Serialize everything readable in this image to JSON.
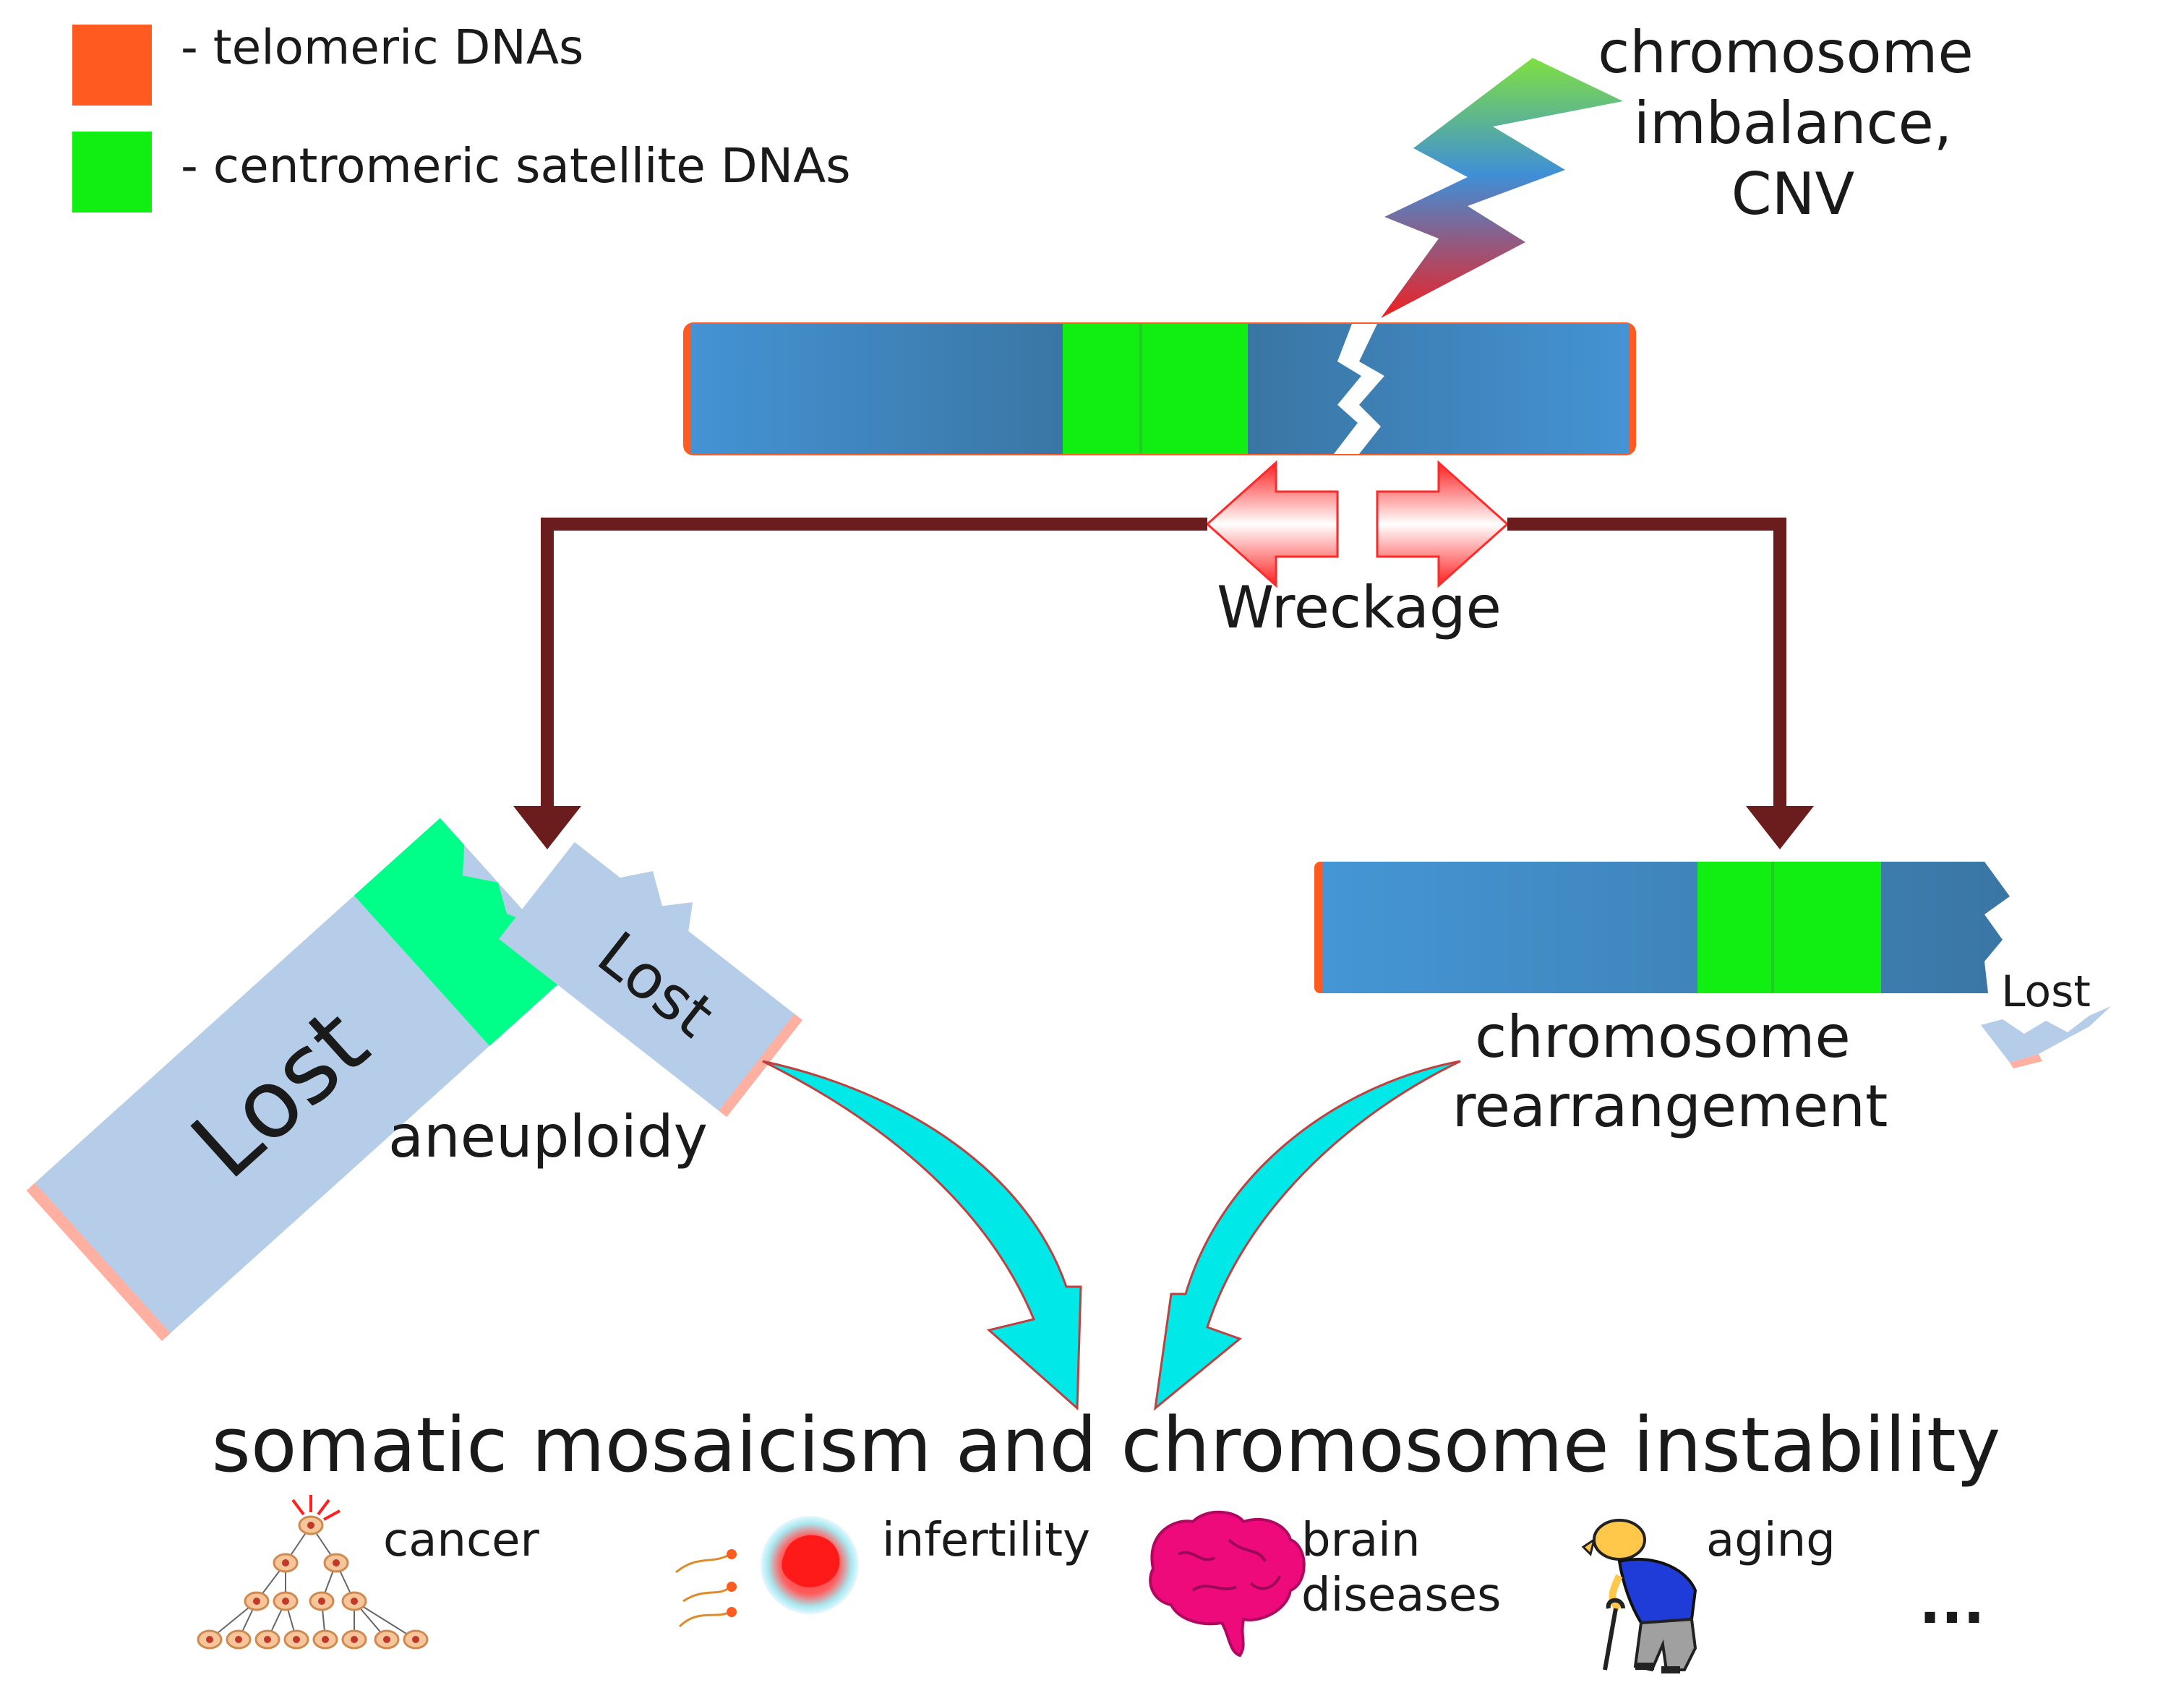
{
  "legend": {
    "items": [
      {
        "label": "- telomeric DNAs",
        "color": "#ff5a1f"
      },
      {
        "label": "- centromeric satellite DNAs",
        "color": "#11ee11"
      }
    ]
  },
  "callouts": {
    "imbalance": [
      "chromosome",
      "imbalance,",
      "CNV"
    ],
    "wreckage": "Wreckage",
    "aneuploidy": "aneuploidy",
    "rearrangement": [
      "chromosome",
      "rearrangement"
    ],
    "lost_big": "Lost",
    "lost_small": "Lost",
    "lost_tiny": "Lost"
  },
  "outcome": {
    "title": "somatic mosaicism and chromosome instability",
    "items": [
      {
        "label": "cancer",
        "icon": "cell-lineage-icon"
      },
      {
        "label": "infertility",
        "icon": "sperm-egg-icon"
      },
      {
        "label": [
          "brain",
          "diseases"
        ],
        "icon": "brain-icon"
      },
      {
        "label": "aging",
        "icon": "elderly-person-icon"
      }
    ],
    "ellipsis": "..."
  },
  "colors": {
    "chromosome_blue": "#3f8fd0",
    "chromosome_dark": "#3a74a0",
    "telomere": "#ff5a1f",
    "centromere": "#11ee11",
    "lost_fragment": "#b5cde8",
    "lost_centromere": "#00ff88",
    "pathway_arrow": "#6b1c1c",
    "wreckage_arrow": "#ff2a2a",
    "outcome_arrow": "#00e8e8"
  }
}
